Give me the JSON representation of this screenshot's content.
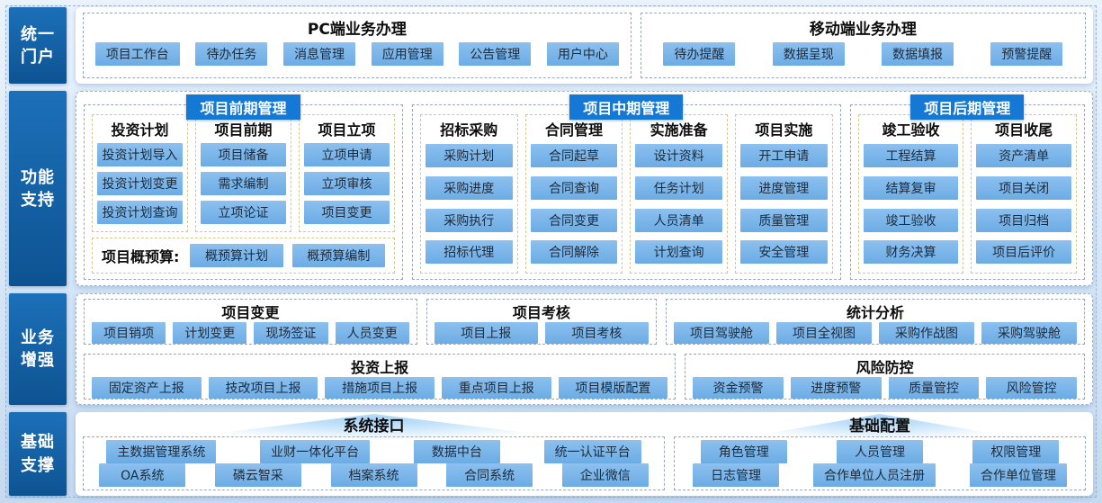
{
  "colors": {
    "accent_badge": "#1478d4",
    "chip_fill": "#76b2e8",
    "sidebar_fill": "#10589a",
    "panel_bg": "#ffffff",
    "page_bg": "#d6e6f7"
  },
  "sidebar": {
    "portal": "统一门户",
    "support": "功能支持",
    "enhance": "业务增强",
    "foundation": "基础支撑"
  },
  "portal": {
    "pc": {
      "title": "PC端业务办理",
      "items": [
        "项目工作台",
        "待办任务",
        "消息管理",
        "应用管理",
        "公告管理",
        "用户中心"
      ]
    },
    "mobile": {
      "title": "移动端业务办理",
      "items": [
        "待办提醒",
        "数据呈现",
        "数据填报",
        "预警提醒"
      ]
    }
  },
  "support": {
    "early": {
      "badge": "项目前期管理",
      "columns": [
        {
          "title": "投资计划",
          "items": [
            "投资计划导入",
            "投资计划变更",
            "投资计划查询"
          ]
        },
        {
          "title": "项目前期",
          "items": [
            "项目储备",
            "需求编制",
            "立项论证"
          ]
        },
        {
          "title": "项目立项",
          "items": [
            "立项申请",
            "立项审核",
            "项目变更"
          ]
        }
      ],
      "budget": {
        "label": "项目概预算:",
        "items": [
          "概预算计划",
          "概预算编制"
        ]
      }
    },
    "mid": {
      "badge": "项目中期管理",
      "columns": [
        {
          "title": "招标采购",
          "items": [
            "采购计划",
            "采购进度",
            "采购执行",
            "招标代理"
          ]
        },
        {
          "title": "合同管理",
          "items": [
            "合同起草",
            "合同查询",
            "合同变更",
            "合同解除"
          ]
        },
        {
          "title": "实施准备",
          "items": [
            "设计资料",
            "任务计划",
            "人员清单",
            "计划查询"
          ]
        },
        {
          "title": "项目实施",
          "items": [
            "开工申请",
            "进度管理",
            "质量管理",
            "安全管理"
          ]
        }
      ]
    },
    "late": {
      "badge": "项目后期管理",
      "columns": [
        {
          "title": "竣工验收",
          "items": [
            "工程结算",
            "结算复审",
            "竣工验收",
            "财务决算"
          ]
        },
        {
          "title": "项目收尾",
          "items": [
            "资产清单",
            "项目关闭",
            "项目归档",
            "项目后评价"
          ]
        }
      ]
    }
  },
  "enhance": {
    "change": {
      "title": "项目变更",
      "items": [
        "项目销项",
        "计划变更",
        "现场签证",
        "人员变更"
      ]
    },
    "assess": {
      "title": "项目考核",
      "items": [
        "项目上报",
        "项目考核"
      ]
    },
    "stats": {
      "title": "统计分析",
      "items": [
        "项目驾驶舱",
        "项目全视图",
        "采购作战图",
        "采购驾驶舱"
      ]
    },
    "invest": {
      "title": "投资上报",
      "items": [
        "固定资产上报",
        "技改项目上报",
        "措施项目上报",
        "重点项目上报",
        "项目模版配置"
      ]
    },
    "risk": {
      "title": "风险防控",
      "items": [
        "资金预警",
        "进度预警",
        "质量管控",
        "风险管控"
      ]
    }
  },
  "foundation": {
    "interfaces": {
      "title": "系统接口",
      "rows": [
        [
          "主数据管理系统",
          "业财一体化平台",
          "数据中台",
          "统一认证平台"
        ],
        [
          "OA系统",
          "磷云智采",
          "档案系统",
          "合同系统",
          "企业微信"
        ]
      ]
    },
    "config": {
      "title": "基础配置",
      "rows": [
        [
          "角色管理",
          "人员管理",
          "权限管理"
        ],
        [
          "日志管理",
          "合作单位人员注册",
          "合作单位管理"
        ]
      ]
    }
  }
}
